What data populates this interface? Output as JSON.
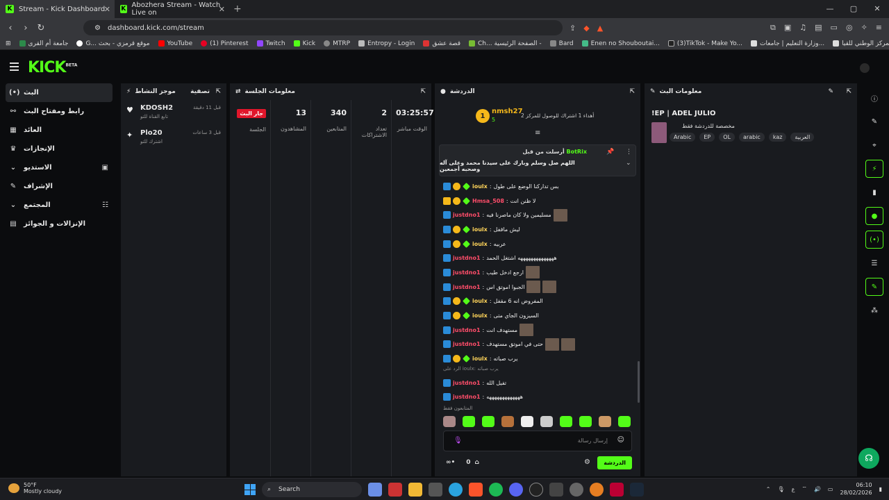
{
  "browser": {
    "tabs": [
      {
        "title": "Stream - Kick Dashboard",
        "active": true
      },
      {
        "title": "Abozhera Stream - Watch Live on",
        "active": false
      }
    ],
    "url": "dashboard.kick.com/stream",
    "bookmarks": [
      "جامعة أم القرى",
      "G... موقع قرمزي - بحث",
      "YouTube",
      "(1) Pinterest",
      "Twitch",
      "Kick",
      "MTRP",
      "Entropy - Login",
      "قصة عشق",
      "Ch... الصفحة الرئيسية -",
      "Bard",
      "Enen no Shouboutai...",
      "(3)TikTok - Make Yo...",
      "وزارة التعليم | جامعات...",
      "المركز الوطني للقيا..."
    ]
  },
  "app": {
    "logo": "KICK",
    "logo_beta": "BETA",
    "colors": {
      "accent": "#53fc18",
      "live": "#e0162b",
      "gold": "#f5b81a"
    }
  },
  "sidebar": {
    "items": [
      {
        "label": "البث",
        "icon": "broadcast-icon"
      },
      {
        "label": "رابط ومفتاح البث",
        "icon": "link-icon"
      },
      {
        "label": "العائد",
        "icon": "bars-icon"
      },
      {
        "label": "الإنجازات",
        "icon": "trophy-icon"
      },
      {
        "label": "الاستديو",
        "icon": "studio-icon"
      },
      {
        "label": "الإشراف",
        "icon": "wrench-icon"
      },
      {
        "label": "المجتمع",
        "icon": "community-icon"
      },
      {
        "label": "الإنزالات و الجوائز",
        "icon": "gift-icon"
      }
    ]
  },
  "activity": {
    "title": "موجز النشاط",
    "filter": "تصفية",
    "items": [
      {
        "name": "KDOSH2",
        "sub": "تابع القناة للتو",
        "time": "قبل 11 دقيقة",
        "icon": "heart-icon"
      },
      {
        "name": "Plo20",
        "sub": "اشترك للتو",
        "time": "قبل 3 ساعات",
        "icon": "sparkle-icon"
      }
    ]
  },
  "session": {
    "title": "معلومات الجلسة",
    "stats": [
      {
        "value": "03:25:57",
        "label": "الوقت مباشر"
      },
      {
        "value": "2",
        "label": "تعداد الاشتراكات"
      },
      {
        "value": "340",
        "label": "المتابعين"
      },
      {
        "value": "13",
        "label": "المشاهدون"
      },
      {
        "badge": "جار البث",
        "label": "الجلسة"
      }
    ]
  },
  "chat": {
    "title": "الدردشة",
    "top_sub": {
      "rank": "1",
      "user": "nmsh27",
      "count": "5",
      "message": "أهداء 1 اشتراك للوصول للمركز 2"
    },
    "pinned": {
      "header": "أرسلت من قبل",
      "bot": "BotRix",
      "text": "اللهم صل وسلم وبارك على سيدنا محمد وعلى آله وصحبه أجمعين"
    },
    "messages": [
      {
        "user": "ioulx",
        "text": "بس تداركنا الوضع على طول",
        "c": "u1",
        "badges": [
          "mod",
          "sub1",
          "vip"
        ]
      },
      {
        "user": "Hmsa_508",
        "text": "لا ظنن انت",
        "c": "u2",
        "badges": [
          "crown",
          "sub1",
          "vip"
        ]
      },
      {
        "user": "justdno1",
        "text": "مسليمين ولا كان ماصرنا فيه",
        "c": "u2",
        "badges": [
          "mod"
        ],
        "emote": 1
      },
      {
        "user": "ioulx",
        "text": "ليش ماقفل",
        "c": "u1",
        "badges": [
          "mod",
          "sub1",
          "vip"
        ]
      },
      {
        "user": "ioulx",
        "text": "عربيه",
        "c": "u1",
        "badges": [
          "mod",
          "sub1",
          "vip"
        ]
      },
      {
        "user": "justdno1",
        "text": "ههههههههههههههه اشتغل الحمد",
        "c": "u2",
        "badges": [
          "mod"
        ]
      },
      {
        "user": "justdno1",
        "text": "ارجع ادخل طيب",
        "c": "u2",
        "badges": [
          "mod"
        ],
        "emote": 1
      },
      {
        "user": "justdno1",
        "text": "الجبوا اموتق اس",
        "c": "u2",
        "badges": [
          "mod"
        ],
        "emote": 2
      },
      {
        "user": "ioulx",
        "text": "المفروض انه 6 مقفل",
        "c": "u1",
        "badges": [
          "mod",
          "sub1",
          "vip"
        ]
      },
      {
        "user": "ioulx",
        "text": "السيزون الجاي متى",
        "c": "u1",
        "badges": [
          "mod",
          "sub1",
          "vip"
        ]
      },
      {
        "user": "justdno1",
        "text": "مستهدف انت",
        "c": "u2",
        "badges": [
          "mod"
        ],
        "emote": 1
      },
      {
        "user": "justdno1",
        "text": "حتى في اموتق مستهدف",
        "c": "u2",
        "badges": [
          "mod"
        ],
        "emote": 2
      },
      {
        "user": "ioulx",
        "text": "يرب صباته",
        "c": "u1",
        "badges": [
          "mod",
          "sub1",
          "vip"
        ]
      }
    ],
    "reply_hint": "الرد على ioulx: يرب صباته",
    "messages2": [
      {
        "user": "justdno1",
        "text": "تفيل الله",
        "c": "u2",
        "badges": [
          "mod"
        ]
      },
      {
        "user": "justdno1",
        "text": "هههههههههههههه",
        "c": "u2",
        "badges": [
          "mod"
        ]
      }
    ],
    "followers_only": "المتابعون فقط",
    "input_placeholder": "إرسال رسالة",
    "points": "0",
    "send_label": "الدردشة"
  },
  "stream_info": {
    "title": "معلومات البث",
    "stream_title": "!EP | ADEL JULIO",
    "category": "مخصصة للدردشة فقط",
    "tags": [
      "Arabic",
      "EP",
      "OL",
      "arabic",
      "kaz",
      "العربية"
    ]
  },
  "taskbar": {
    "temp": "50°F",
    "weather": "Mostly cloudy",
    "search": "Search",
    "time": "06:10",
    "date": "28/02/2026"
  }
}
